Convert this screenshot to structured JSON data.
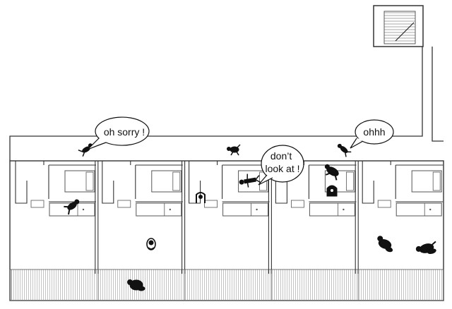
{
  "diagram": {
    "colors": {
      "ink": "#111111",
      "wall": "#333333",
      "fixture": "#555555",
      "hatch": "#9a9a9a",
      "paper": "#ffffff"
    },
    "speech_bubbles": [
      {
        "id": "oh-sorry",
        "lines": [
          "oh sorry !"
        ]
      },
      {
        "id": "dont-look",
        "lines": [
          "don’t",
          "look at !"
        ]
      },
      {
        "id": "ohhh",
        "lines": [
          "ohhh"
        ]
      }
    ],
    "units": [
      {
        "id": "unit-1",
        "furnishing": "bed-and-kitchen"
      },
      {
        "id": "unit-2",
        "furnishing": "bed-and-kitchen"
      },
      {
        "id": "unit-3",
        "furnishing": "bed-and-kitchen"
      },
      {
        "id": "unit-4",
        "furnishing": "bed-and-kitchen"
      },
      {
        "id": "unit-5",
        "furnishing": "bed-and-kitchen"
      }
    ],
    "figures": [
      {
        "id": "figure-corridor-1",
        "pose": "falling"
      },
      {
        "id": "figure-corridor-2",
        "pose": "crawling"
      },
      {
        "id": "figure-corridor-3",
        "pose": "falling"
      },
      {
        "id": "figure-unit1-kitchen",
        "pose": "lying"
      },
      {
        "id": "figure-unit2-center",
        "pose": "sitting"
      },
      {
        "id": "figure-unit2-balcony",
        "pose": "lying"
      },
      {
        "id": "figure-unit3-wall",
        "pose": "leaning"
      },
      {
        "id": "figure-unit3-bed",
        "pose": "lying-stretched"
      },
      {
        "id": "figure-unit4-upper",
        "pose": "crouching"
      },
      {
        "id": "figure-unit4-lower",
        "pose": "bending"
      },
      {
        "id": "figure-unit5-left",
        "pose": "lying"
      },
      {
        "id": "figure-unit5-right",
        "pose": "lying"
      }
    ]
  }
}
